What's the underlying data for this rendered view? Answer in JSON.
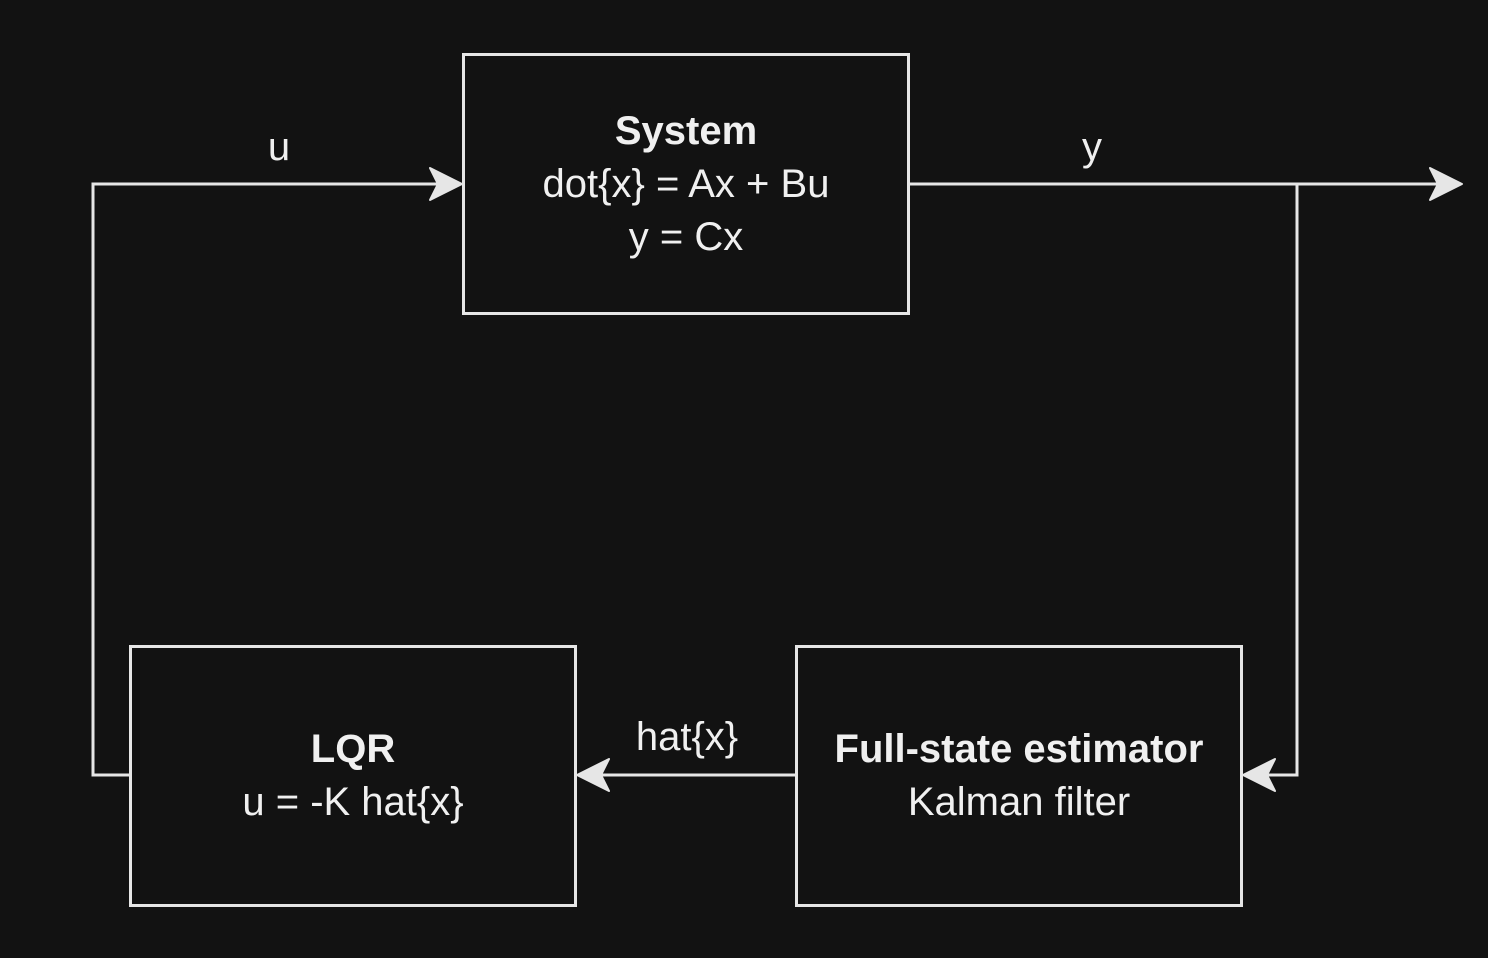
{
  "blocks": {
    "system": {
      "title": "System",
      "line1": "dot{x} = Ax + Bu",
      "line2": "y = Cx"
    },
    "lqr": {
      "title": "LQR",
      "line1": "u = -K hat{x}"
    },
    "estimator": {
      "title": "Full-state estimator",
      "line1": "Kalman filter"
    }
  },
  "edges": {
    "control_signal": "u",
    "output_signal": "y",
    "state_estimate": "hat{x}"
  },
  "colors": {
    "background": "#121212",
    "stroke": "#e6e6e6",
    "text": "#f0f0f0"
  }
}
